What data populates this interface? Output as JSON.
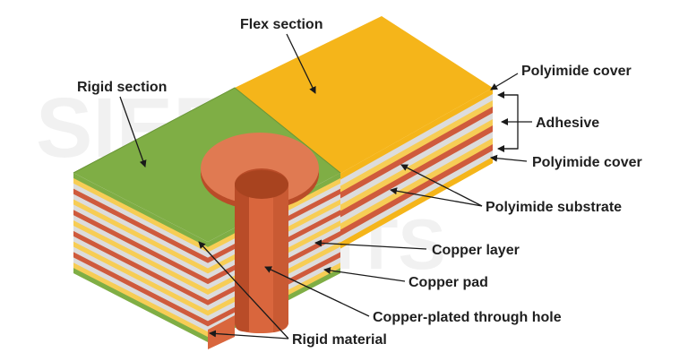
{
  "labels": {
    "flex_section": "Flex section",
    "rigid_section": "Rigid section",
    "polyimide_cover_top": "Polyimide cover",
    "adhesive": "Adhesive",
    "polyimide_cover_bottom": "Polyimide cover",
    "polyimide_substrate": "Polyimide substrate",
    "copper_layer": "Copper layer",
    "copper_pad": "Copper pad",
    "copper_plated_through_hole": "Copper-plated through hole",
    "rigid_material": "Rigid material"
  },
  "watermark": {
    "line1": "SIERRA",
    "line2": "CIRCUITS"
  },
  "colors": {
    "rigid_green": "#7fae45",
    "flex_orange": "#f5b51a",
    "copper": "#d9663d",
    "copper_dark": "#b94c28",
    "yellow_layer": "#f7cd55",
    "gray_layer": "#dcdcdc",
    "red_layer": "#cf5a3c"
  }
}
